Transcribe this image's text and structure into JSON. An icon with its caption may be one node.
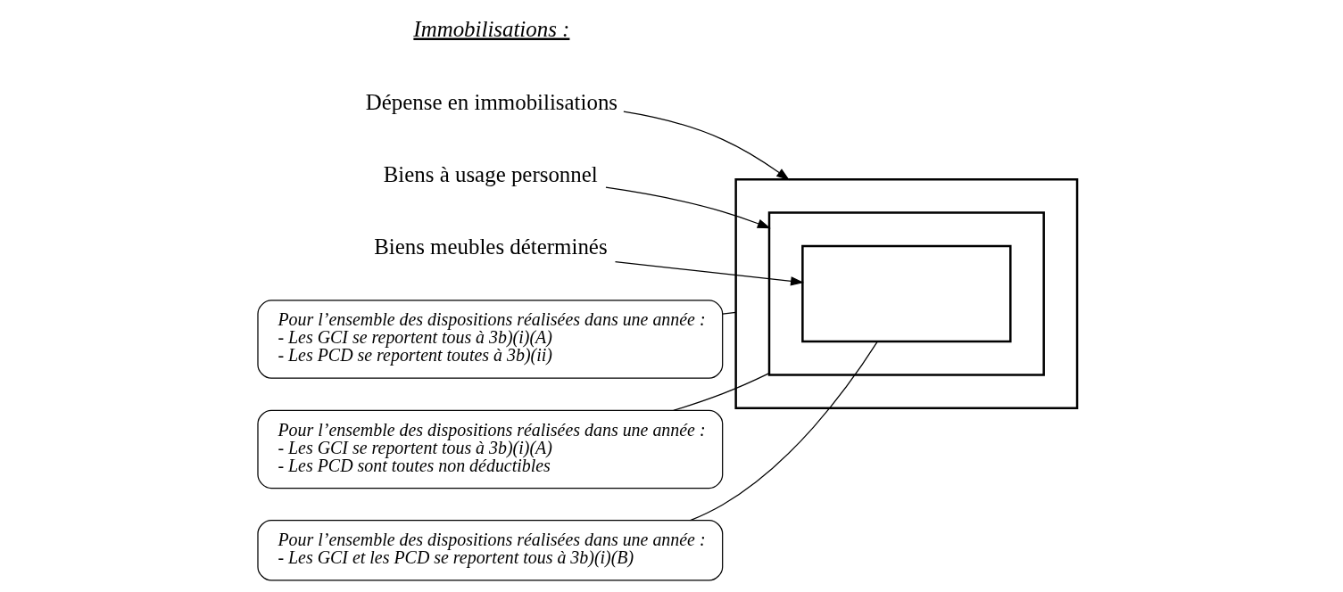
{
  "diagram": {
    "nodes": [
      {
        "text": [],
        "shape": "box"
      },
      {
        "text": [],
        "shape": "box",
        "in": 0
      },
      {
        "text": [],
        "shape": "box",
        "in": 1
      },
      {
        "text": [
          "Dépense en immobilisations"
        ]
      },
      {
        "text": [
          "Biens à usage personnel"
        ]
      },
      {
        "text": [
          "Biens meubles déterminés"
        ]
      },
      {
        "text": [
          "Pour l’ensemble des dispositions réalisées dans une année :",
          "- Les GCI se reportent tous à 3b)(i)(A)",
          "- Les PCD se reportent toutes à 3b)(ii)"
        ]
      },
      {
        "text": [
          "Pour l’ensemble des dispositions réalisées dans une année :",
          "- Les GCI se reportent tous à 3b)(i)(A)",
          "- Les PCD sont toutes non déductibles"
        ]
      },
      {
        "text": [
          "Pour l’ensemble des dispositions réalisées dans une année :",
          "- Les GCI et les PCD se reportent tous à 3b)(i)(B)"
        ]
      }
    ],
    "edges": [
      {
        "from": 3,
        "to": 0,
        "arrow": "to"
      },
      {
        "from": 4,
        "to": 1,
        "arrow": "to"
      },
      {
        "from": 5,
        "to": 2,
        "arrow": "to"
      },
      {
        "from": 6,
        "to": 0,
        "arrow": "none"
      },
      {
        "from": 7,
        "to": 1,
        "arrow": "none"
      },
      {
        "from": 8,
        "to": 2,
        "arrow": "none"
      }
    ],
    "labels": [
      "Immobilisations :"
    ]
  }
}
